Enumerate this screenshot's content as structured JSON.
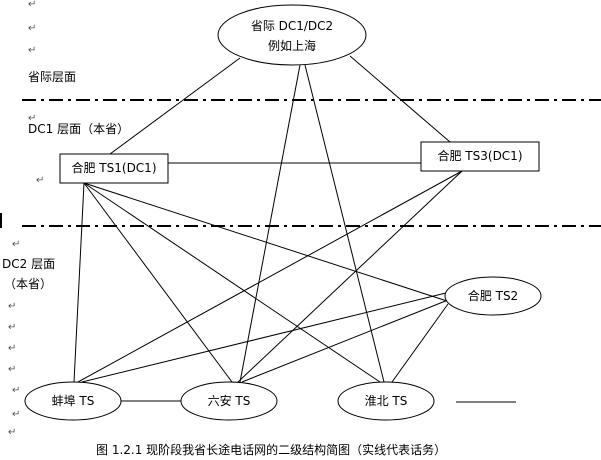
{
  "layers": {
    "interprovince_label": "省际层面",
    "dc1_label": "DC1 层面（本省）",
    "dc2_label_line1": "DC2 层面",
    "dc2_label_line2": "（本省）"
  },
  "nodes": {
    "top_line1": "省际 DC1/DC2",
    "top_line2": "例如上海",
    "hefei_ts1": "合肥 TS1(DC1)",
    "hefei_ts3": "合肥 TS3(DC1)",
    "hefei_ts2": "合肥 TS2",
    "bengbu": "蚌埠 TS",
    "luan": "六安 TS",
    "huaibei": "淮北 TS"
  },
  "para_mark": "↵",
  "caption": "图   1.2.1  现阶段我省长途电话网的二级结构简图（实线代表话务）"
}
